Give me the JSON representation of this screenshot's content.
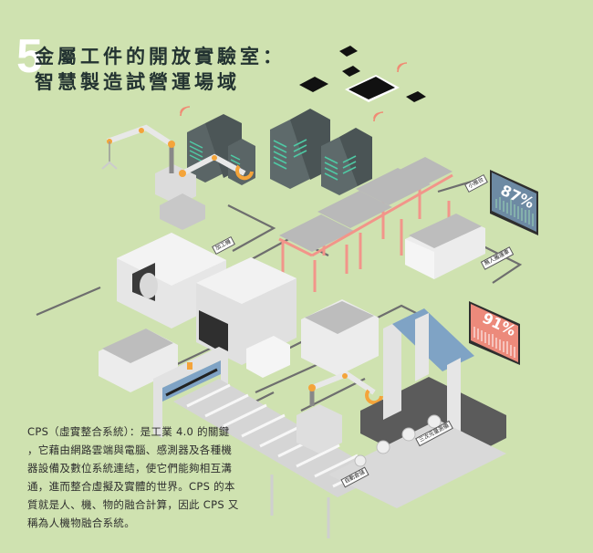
{
  "header": {
    "section_number": "5",
    "title_line1": "金屬工件的開放實驗室：",
    "title_line2": "智慧製造試營運場域"
  },
  "description": {
    "lines": [
      "CPS（虛實整合系統）：是工業 4.0 的關鍵",
      "，它藉由網路雲端與電腦、感測器及各種機",
      "器設備及數位系統連結，使它們能夠相互溝",
      "通，進而整合虛擬及實體的世界。CPS 的本",
      "質就是人、機、物的融合計算，因此 CPS 又",
      "稱為人機物融合系統。"
    ]
  },
  "displays": {
    "blue_screen": {
      "value": "87%",
      "color": "#6d8aa3"
    },
    "red_screen": {
      "value": "91%",
      "color": "#ec8a7b"
    }
  },
  "tags": {
    "cart": "小推台",
    "agv": "無人搬運車",
    "machining": "加工機",
    "cmm": "三次元量測儀",
    "storage": "自動倉儲"
  },
  "colors": {
    "background": "#cfe2b0",
    "server": "#5a6566",
    "server_led": "#4fc9a4",
    "roller_frame": "#f2958a",
    "arm_joint": "#f4a43a",
    "machine": "#e9e9e9",
    "network_line": "#6b6b6b",
    "wifi": "#f08b74"
  }
}
